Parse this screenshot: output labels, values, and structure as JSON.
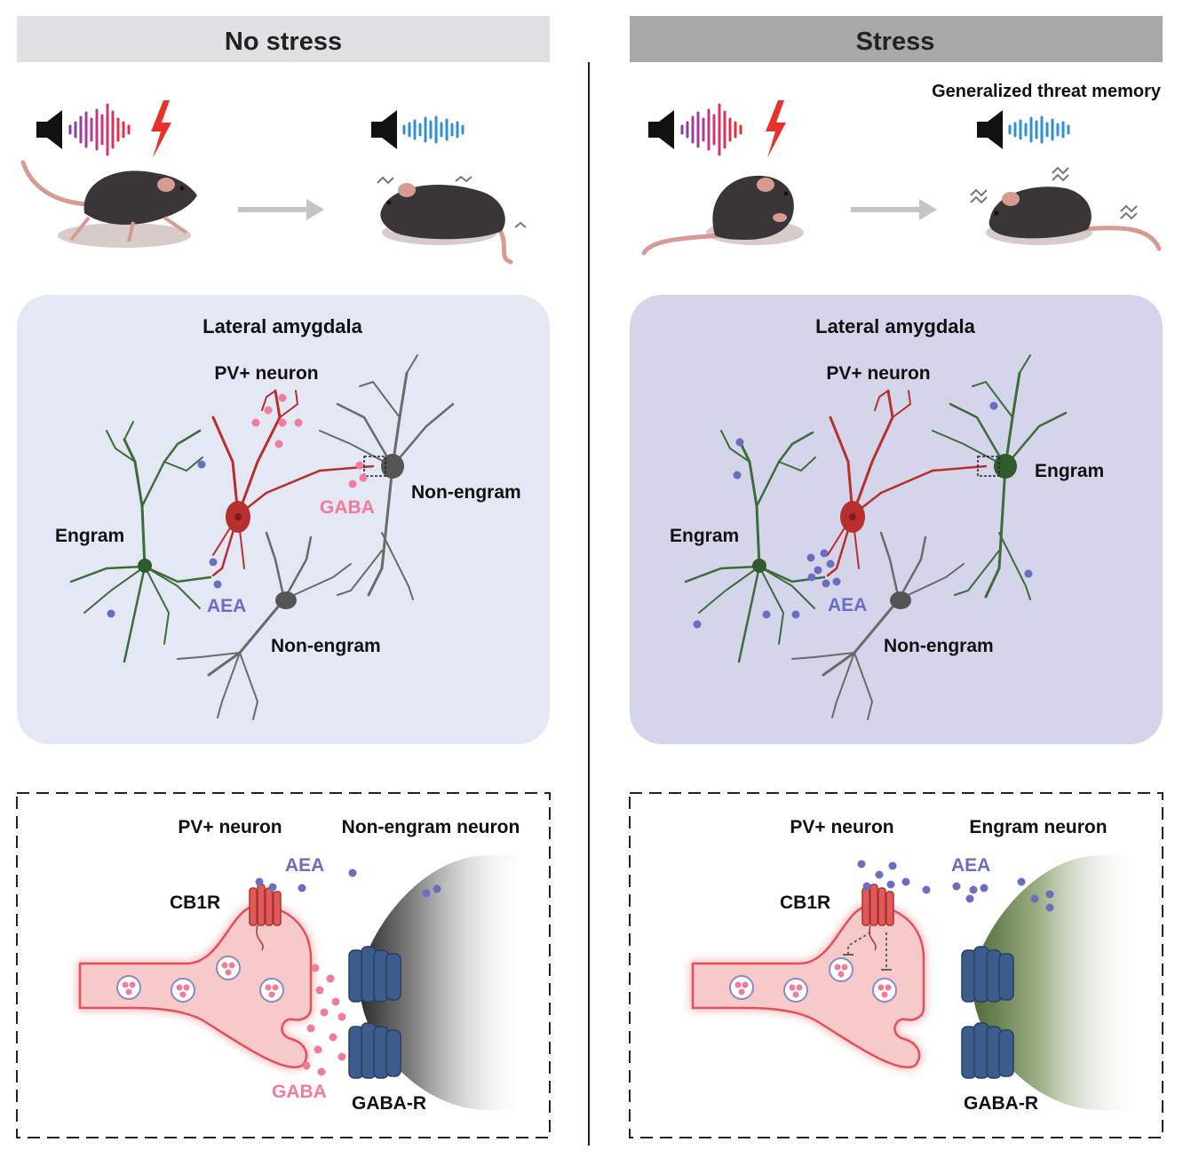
{
  "panels": {
    "left": {
      "header": "No stress",
      "region_title": "Lateral amygdala",
      "pv_label": "PV+ neuron",
      "engram_label": "Engram",
      "gaba_label": "GABA",
      "non_engram_top": "Non-engram",
      "aea_label": "AEA",
      "non_engram_bottom": "Non-engram",
      "synapse": {
        "pv_label": "PV+ neuron",
        "target_label": "Non-engram neuron",
        "aea_label": "AEA",
        "cb1r_label": "CB1R",
        "gaba_label": "GABA",
        "gaba_r_label": "GABA-R"
      }
    },
    "right": {
      "header": "Stress",
      "subtitle": "Generalized threat memory",
      "region_title": "Lateral amygdala",
      "pv_label": "PV+ neuron",
      "engram_left": "Engram",
      "engram_right": "Engram",
      "aea_label": "AEA",
      "non_engram_label": "Non-engram",
      "synapse": {
        "pv_label": "PV+ neuron",
        "target_label": "Engram neuron",
        "aea_label": "AEA",
        "cb1r_label": "CB1R",
        "gaba_r_label": "GABA-R"
      }
    }
  },
  "colors": {
    "header_left": "#e1e1e3",
    "header_right": "#a9a8a9",
    "amygdala_left": "#e4e7f4",
    "amygdala_right": "#d4d5eb",
    "engram": "#3e6b3a",
    "pv_neuron": "#b82f2d",
    "non_engram": "#6a6a6a",
    "gaba": "#f07c99",
    "aea": "#6a6dc0",
    "gaba_receptor": "#3c5c8e",
    "terminal_fill": "#f8c9c9",
    "mouse": "#3a3638",
    "tail": "#d79b91"
  }
}
